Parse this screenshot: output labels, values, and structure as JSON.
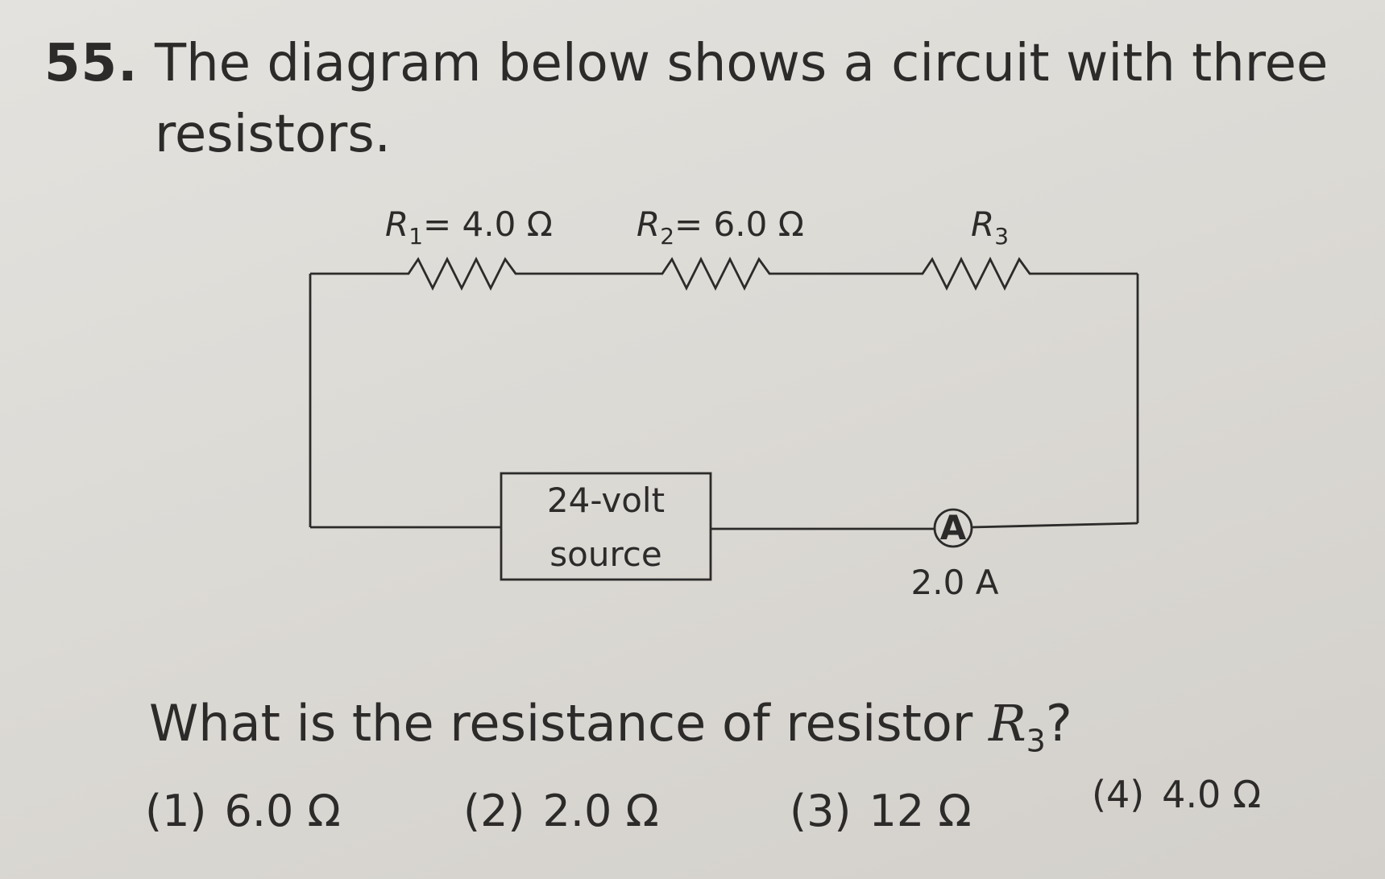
{
  "question": {
    "number": "55.",
    "text_line1": "The diagram below shows a circuit with three",
    "text_line2": "resistors.",
    "prompt_prefix": "What is the resistance of resistor ",
    "prompt_symbol": "R",
    "prompt_subscript": "3",
    "prompt_suffix": "?"
  },
  "circuit": {
    "r1_label": "R",
    "r1_sub": "1",
    "r1_value": "= 4.0 Ω",
    "r2_label": "R",
    "r2_sub": "2",
    "r2_value": "= 6.0 Ω",
    "r3_label": "R",
    "r3_sub": "3",
    "source_line1": "24-volt",
    "source_line2": "source",
    "ammeter_symbol": "A",
    "ammeter_reading": "2.0 A"
  },
  "choices": [
    {
      "number": "(1)",
      "value": "6.0 Ω"
    },
    {
      "number": "(2)",
      "value": "2.0 Ω"
    },
    {
      "number": "(3)",
      "value": "12 Ω"
    },
    {
      "number": "(4)",
      "value": "4.0 Ω"
    }
  ]
}
